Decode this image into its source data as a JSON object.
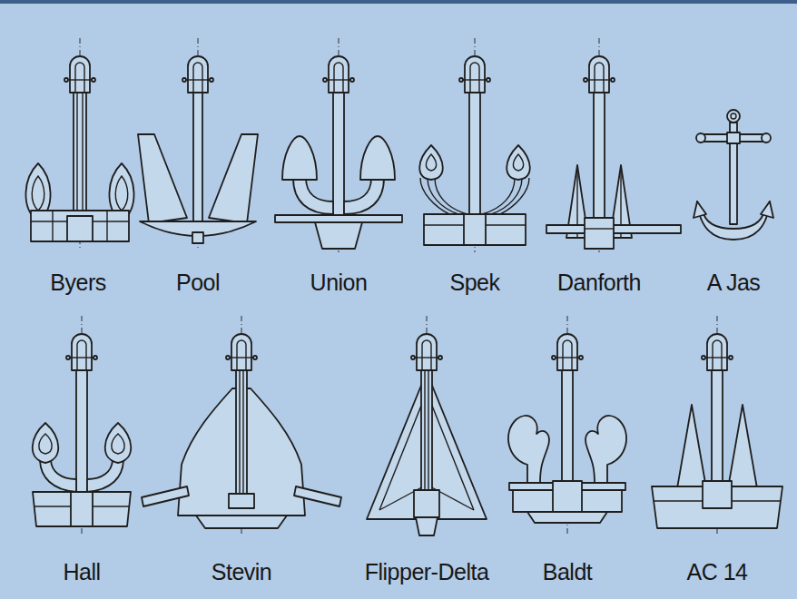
{
  "diagram": {
    "labels": [
      "Byers",
      "Pool",
      "Union",
      "Spek",
      "Danforth",
      "A Jas",
      "Hall",
      "Stevin",
      "Flipper-Delta",
      "Baldt",
      "AC 14"
    ]
  }
}
